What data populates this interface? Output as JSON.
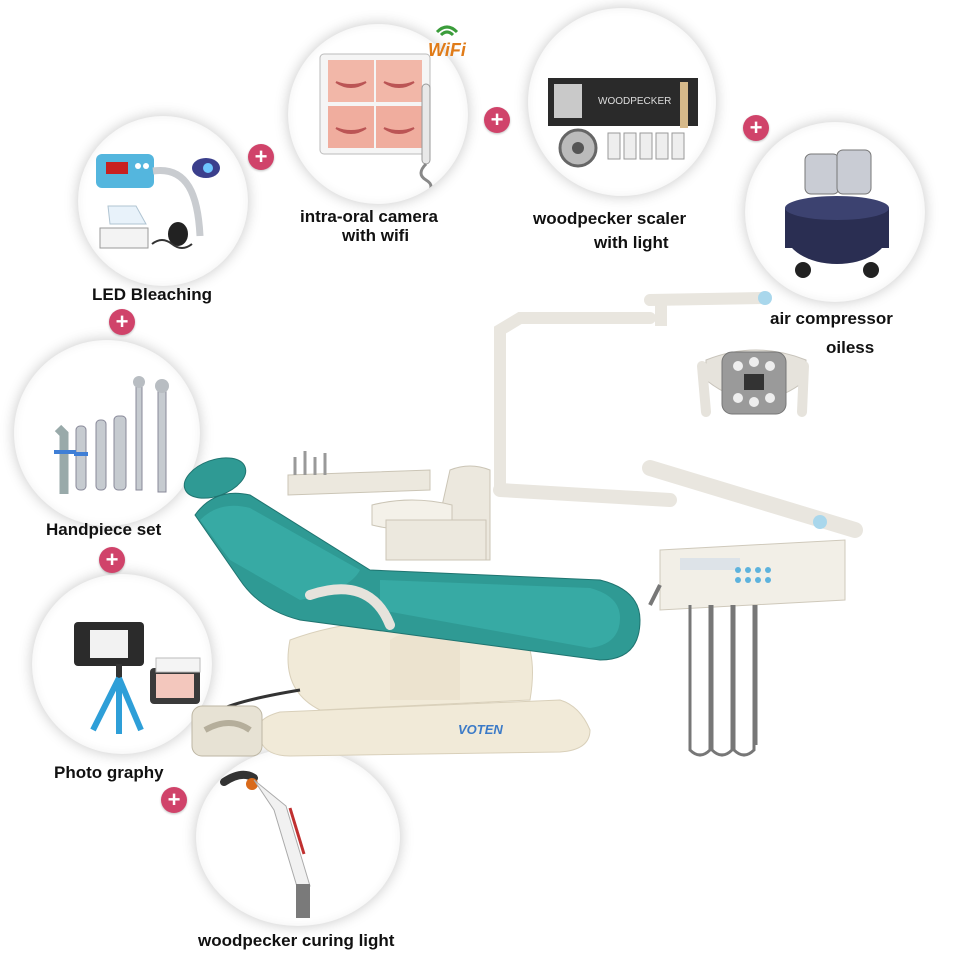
{
  "labels": {
    "led_bleaching": "LED Bleaching",
    "camera_line1": "intra-oral camera",
    "camera_line2": "with wifi",
    "scaler_line1": "woodpecker scaler",
    "scaler_line2": "with light",
    "compressor_line1": "air compressor",
    "compressor_line2": "oiless",
    "handpiece": "Handpiece set",
    "photography": "Photo graphy",
    "curing": "woodpecker curing light"
  },
  "camera_badge": "WiFi",
  "chair_brand": "VOTEN",
  "plus_symbol": "+",
  "colors": {
    "plus": "#d0436a",
    "upholstery": "#2f9a94",
    "chair_body": "#f1ead8",
    "wifi_accent": "#e07b18"
  }
}
